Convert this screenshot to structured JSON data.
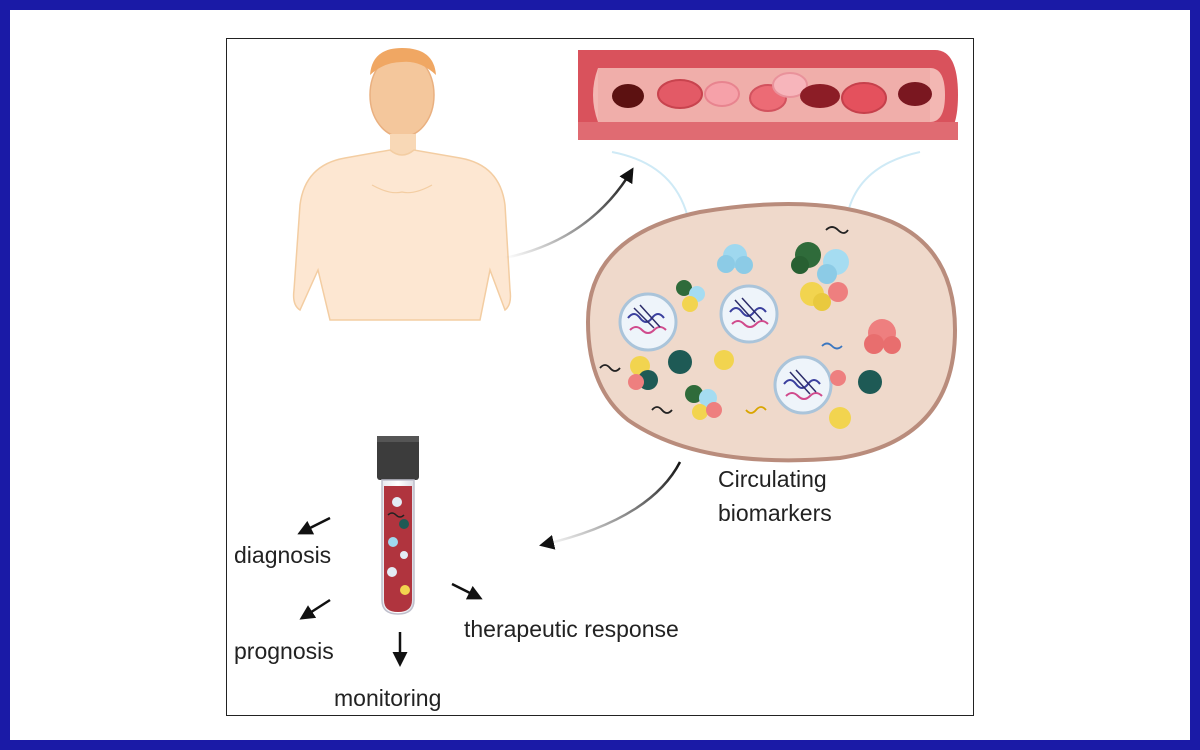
{
  "labels": {
    "circulating_line1": "Circulating",
    "circulating_line2": "biomarkers",
    "diagnosis": "diagnosis",
    "prognosis": "prognosis",
    "monitoring": "monitoring",
    "therapeutic_response": "therapeutic response"
  },
  "colors": {
    "frame_border": "#1a1aa6",
    "vessel_wall": "#d9525c",
    "plasma_fill": "#efd9cb",
    "plasma_outline": "#b98c7c",
    "blood_in_tube": "#b0343e",
    "tube_cap": "#3c3c3c",
    "skin_outline": "#f3cda2"
  }
}
